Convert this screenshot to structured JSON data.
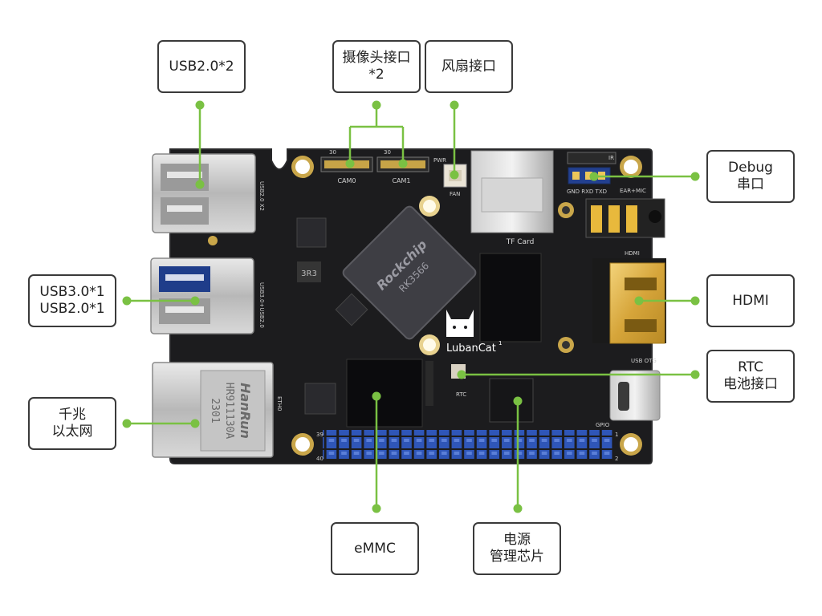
{
  "board": {
    "brand_text": "LubanCat",
    "brand_sup": "1",
    "soc_marking": "Rockchip",
    "soc_model": "RK3566",
    "inductor_marking": "3R3",
    "ethernet_brand": "HanRun",
    "ethernet_part": "HR911130A",
    "ethernet_date": "2301",
    "silk": {
      "cam0": "CAM0",
      "cam1": "CAM1",
      "fan": "FAN",
      "pwr": "PWR",
      "tf_card": "TF Card",
      "ir": "IR",
      "debug_pins": "GND RXD TXD",
      "ear_mic": "EAR+MIC",
      "hdmi": "HDMI",
      "usb_otg": "USB OTG",
      "rtc": "RTC",
      "gpio": "GPIO",
      "usb2_x2": "USB2.0 X2",
      "usb3_usb2": "USB3.0+USB2.0",
      "eth": "ETH0",
      "pin_39": "39",
      "pin_40": "40",
      "pin_1": "1",
      "pin_2": "2",
      "cam_30a": "30",
      "cam_30b": "30"
    }
  },
  "callouts": {
    "usb2": "USB2.0*2",
    "camera": "摄像头接口\n*2",
    "fan": "风扇接口",
    "debug": "Debug\n串口",
    "usb3": "USB3.0*1\nUSB2.0*1",
    "hdmi": "HDMI",
    "rtc": "RTC\n电池接口",
    "ethernet": "千兆\n以太网",
    "emmc": "eMMC",
    "power": "电源\n管理芯片"
  },
  "colors": {
    "leader": "#7ac143",
    "box_border": "#3a3a3a",
    "pcb": "#1c1c1e",
    "gpio_pin": "#2f56b8",
    "gold": "#d6a53a"
  }
}
